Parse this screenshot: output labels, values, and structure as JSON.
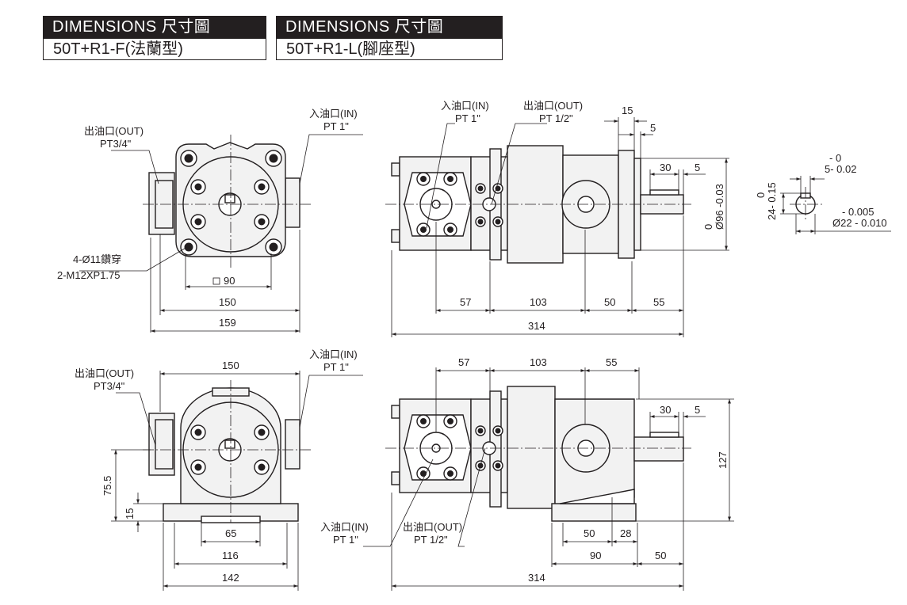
{
  "headers": [
    {
      "title": "DIMENSIONS  尺寸圖",
      "model": "50T+R1-F(法蘭型)"
    },
    {
      "title": "DIMENSIONS  尺寸圖",
      "model": "50T+R1-L(腳座型)"
    }
  ],
  "labels": {
    "out_port": "出油口(OUT)",
    "in_port": "入油口(IN)",
    "pt_3_4": "PT3/4\"",
    "pt_1": "PT  1\"",
    "pt_1_2": "PT  1/2\"",
    "holes": "4-Ø11鑽穿",
    "thread": "2-M12XP1.75",
    "square_90": "90",
    "key_tol_top": "- 0",
    "key_tol_bot": "5- 0.02",
    "key_h_tol": "0",
    "key_h_val": "24- 0.15",
    "shaft_tol_top": "- 0.005",
    "shaft_val": "Ø22 - 0.010",
    "pilot_tol": "0",
    "pilot_val": "Ø96 -0.03"
  },
  "dims_flange": {
    "w150": "150",
    "w159": "159",
    "d57": "57",
    "d103": "103",
    "d50": "50",
    "d55": "55",
    "d314": "314",
    "d15": "15",
    "d5a": "5",
    "d30": "30",
    "d5b": "5"
  },
  "dims_foot": {
    "w150": "150",
    "h75_5": "75.5",
    "h15": "15",
    "w65": "65",
    "w116": "116",
    "w142": "142",
    "d57": "57",
    "d103": "103",
    "d55": "55",
    "d30": "30",
    "d5": "5",
    "h127": "127",
    "d50a": "50",
    "d28": "28",
    "d90": "90",
    "d50b": "50",
    "d314": "314"
  }
}
